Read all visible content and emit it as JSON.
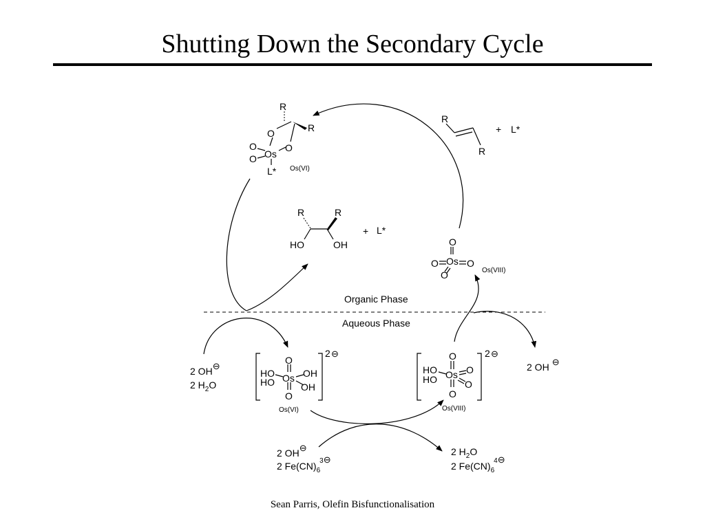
{
  "slide": {
    "title": "Shutting Down the Secondary Cycle",
    "footer": "Sean Parris, Olefin Bisfunctionalisation"
  },
  "phases": {
    "organic": "Organic Phase",
    "aqueous": "Aqueous Phase"
  },
  "glyphs": {
    "R": "R",
    "O": "O",
    "Os": "Os",
    "L_star": "L*",
    "plus": "+",
    "HO": "HO",
    "OH": "OH",
    "minus_circle": "⊖",
    "charge_2": "2",
    "charge_3": "3",
    "charge_4": "4",
    "sub_2": "2",
    "sub_6": "6"
  },
  "oxidation_states": {
    "os_vi": "Os(VI)",
    "os_viii": "Os(VIII)"
  },
  "reagents": {
    "two_oh": "2 OH",
    "two_h2o_prefix": "2 H",
    "two_h2o_suffix": "O",
    "two_fe_cn": "2 Fe(CN)"
  }
}
